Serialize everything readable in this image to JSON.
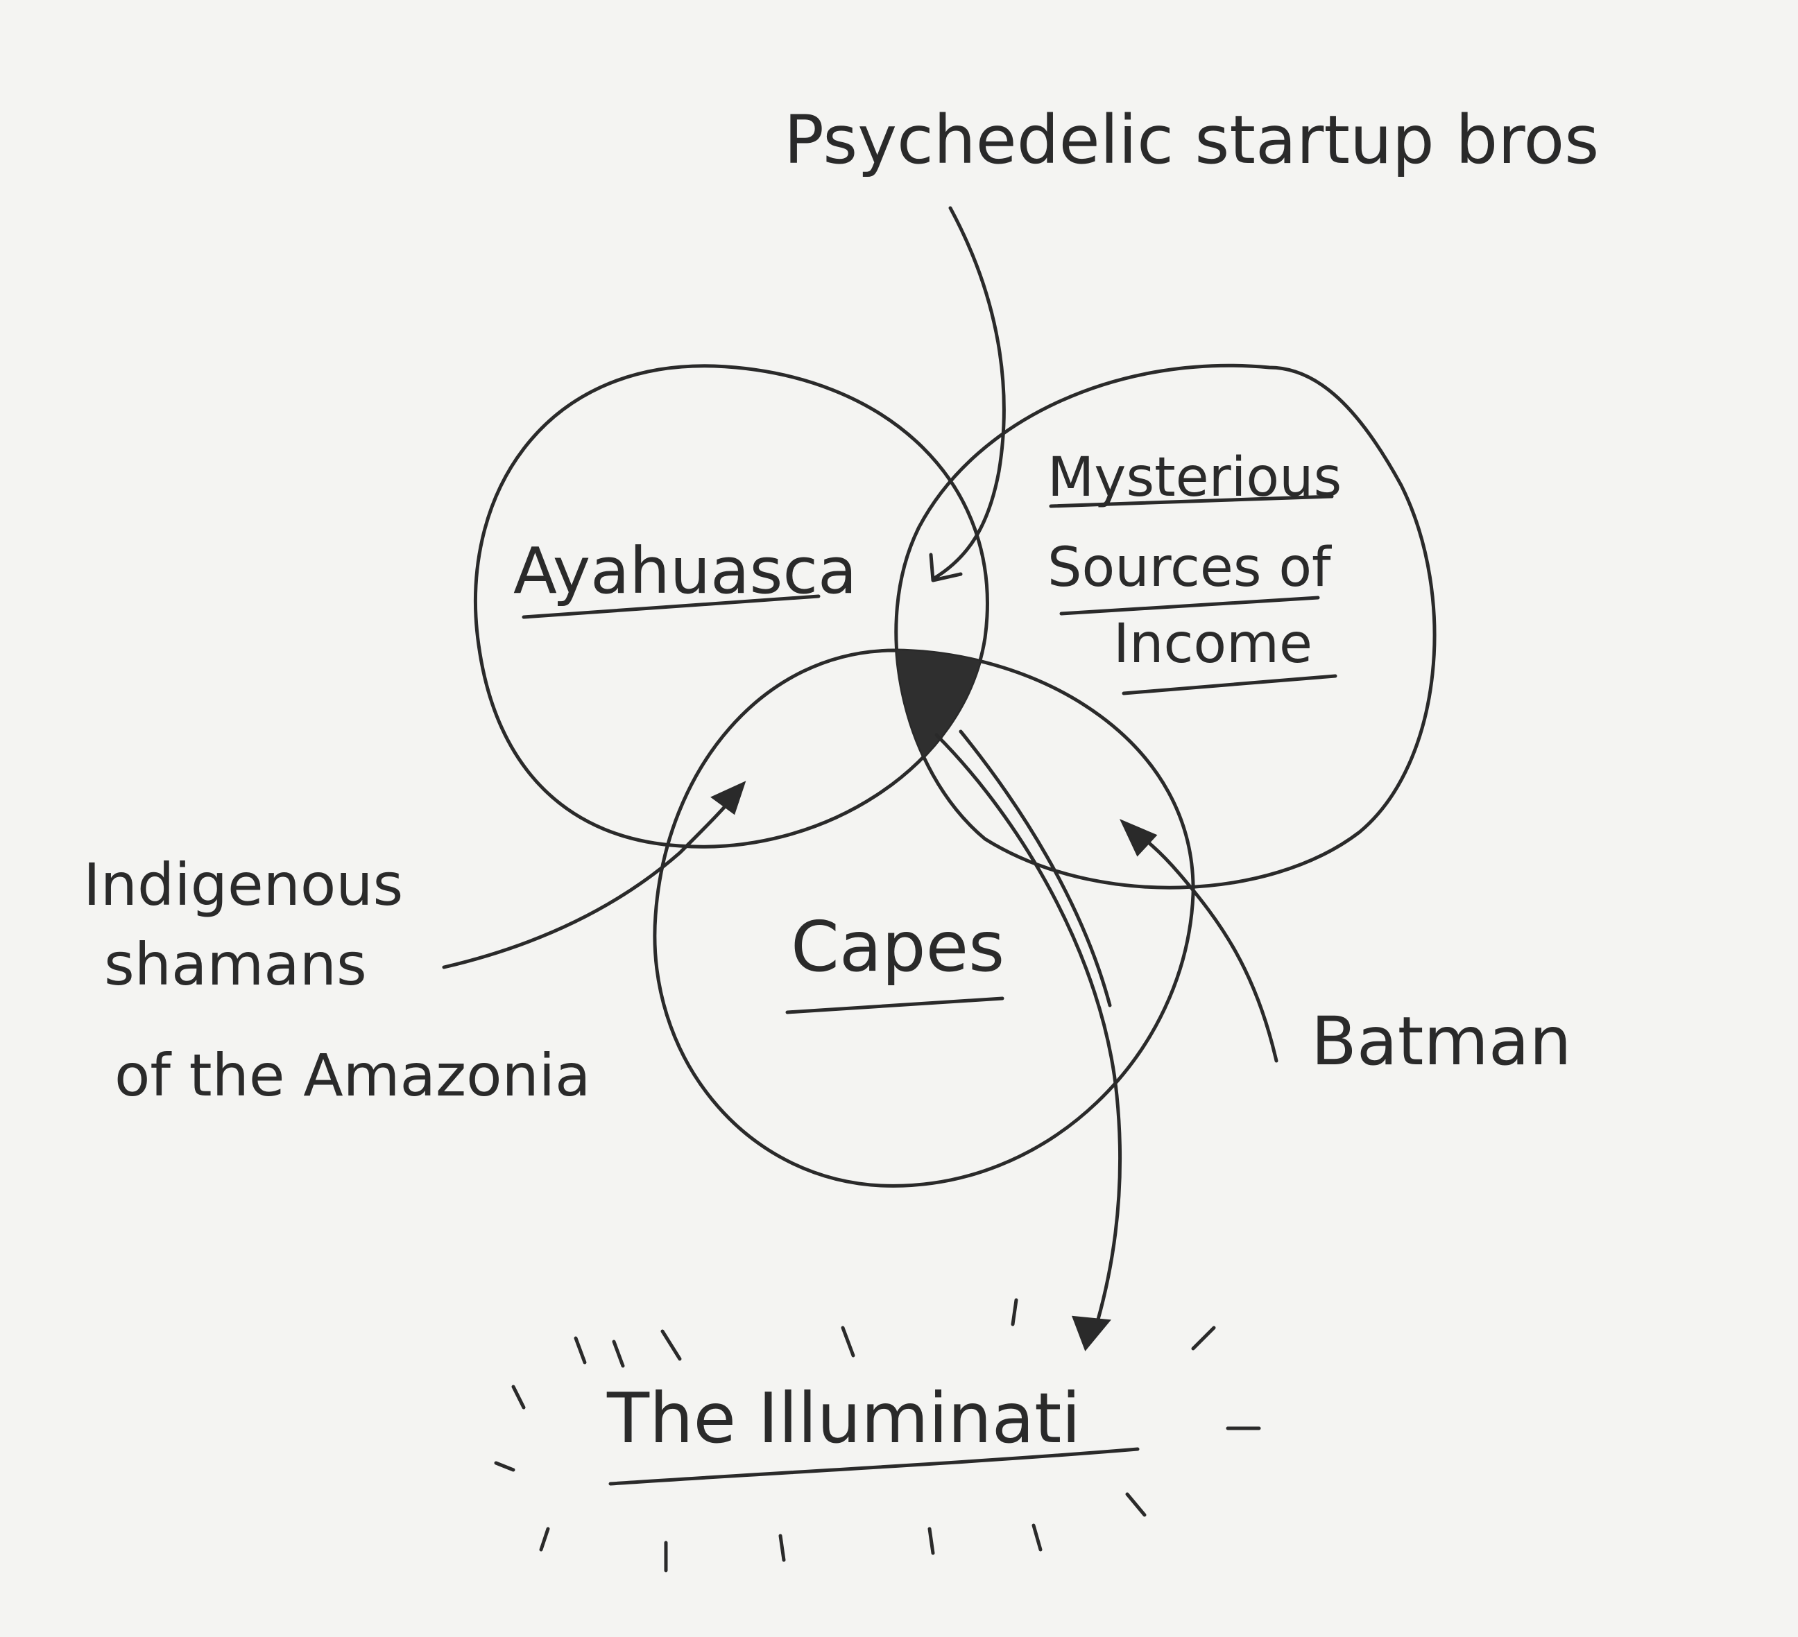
{
  "diagram": {
    "sets": {
      "ayahuasca": "Ayahuasca",
      "mysterious_income": [
        "Mysterious",
        "Sources of",
        "Income"
      ],
      "capes": "Capes"
    },
    "pointers": {
      "startup_bros": "Psychedelic startup bros",
      "shamans": [
        "Indigenous",
        "shamans",
        "of the Amazonia"
      ],
      "batman": "Batman",
      "illuminati": "The Illuminati"
    },
    "colors": {
      "ink": "#2a2a2a",
      "paper": "#f4f4f2"
    }
  }
}
